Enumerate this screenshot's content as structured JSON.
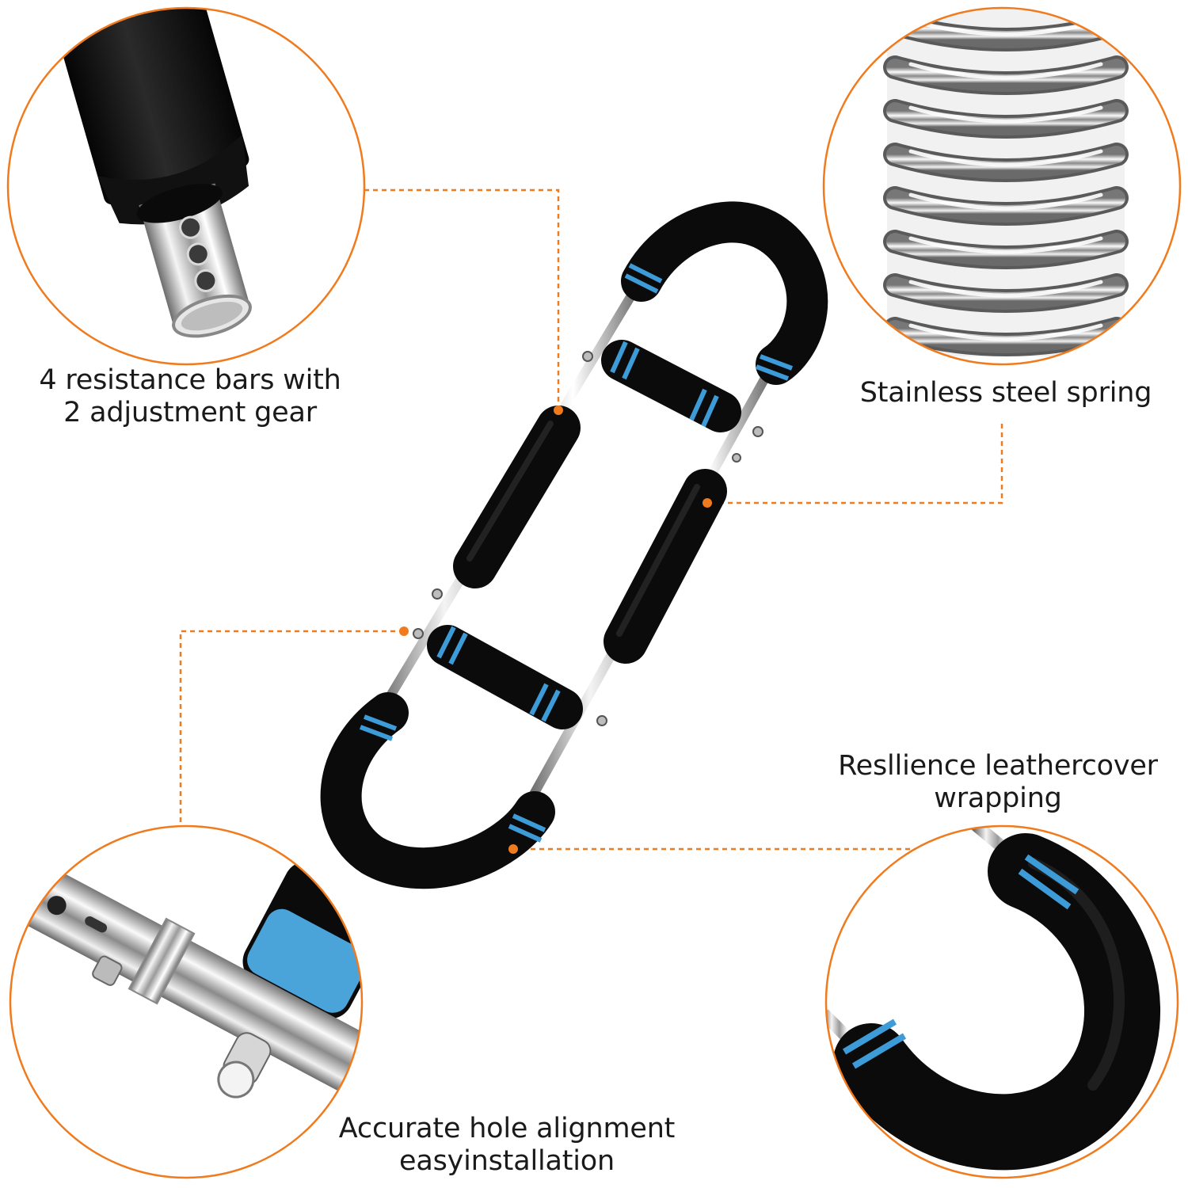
{
  "colors": {
    "accent_orange": "#F07B1E",
    "foam_black": "#0e0e0e",
    "ring_blue": "#3d9bd8",
    "steel": "#c8c8c8"
  },
  "callouts": {
    "resistance_bars": {
      "line1": "4 resistance bars with",
      "line2": "2 adjustment gear"
    },
    "spring": {
      "line1": "Stainless steel spring"
    },
    "leather": {
      "line1": "Resllience leathercover",
      "line2": "wrapping"
    },
    "hole_alignment": {
      "line1": "Accurate hole alignment",
      "line2": "easyinstallation"
    }
  }
}
